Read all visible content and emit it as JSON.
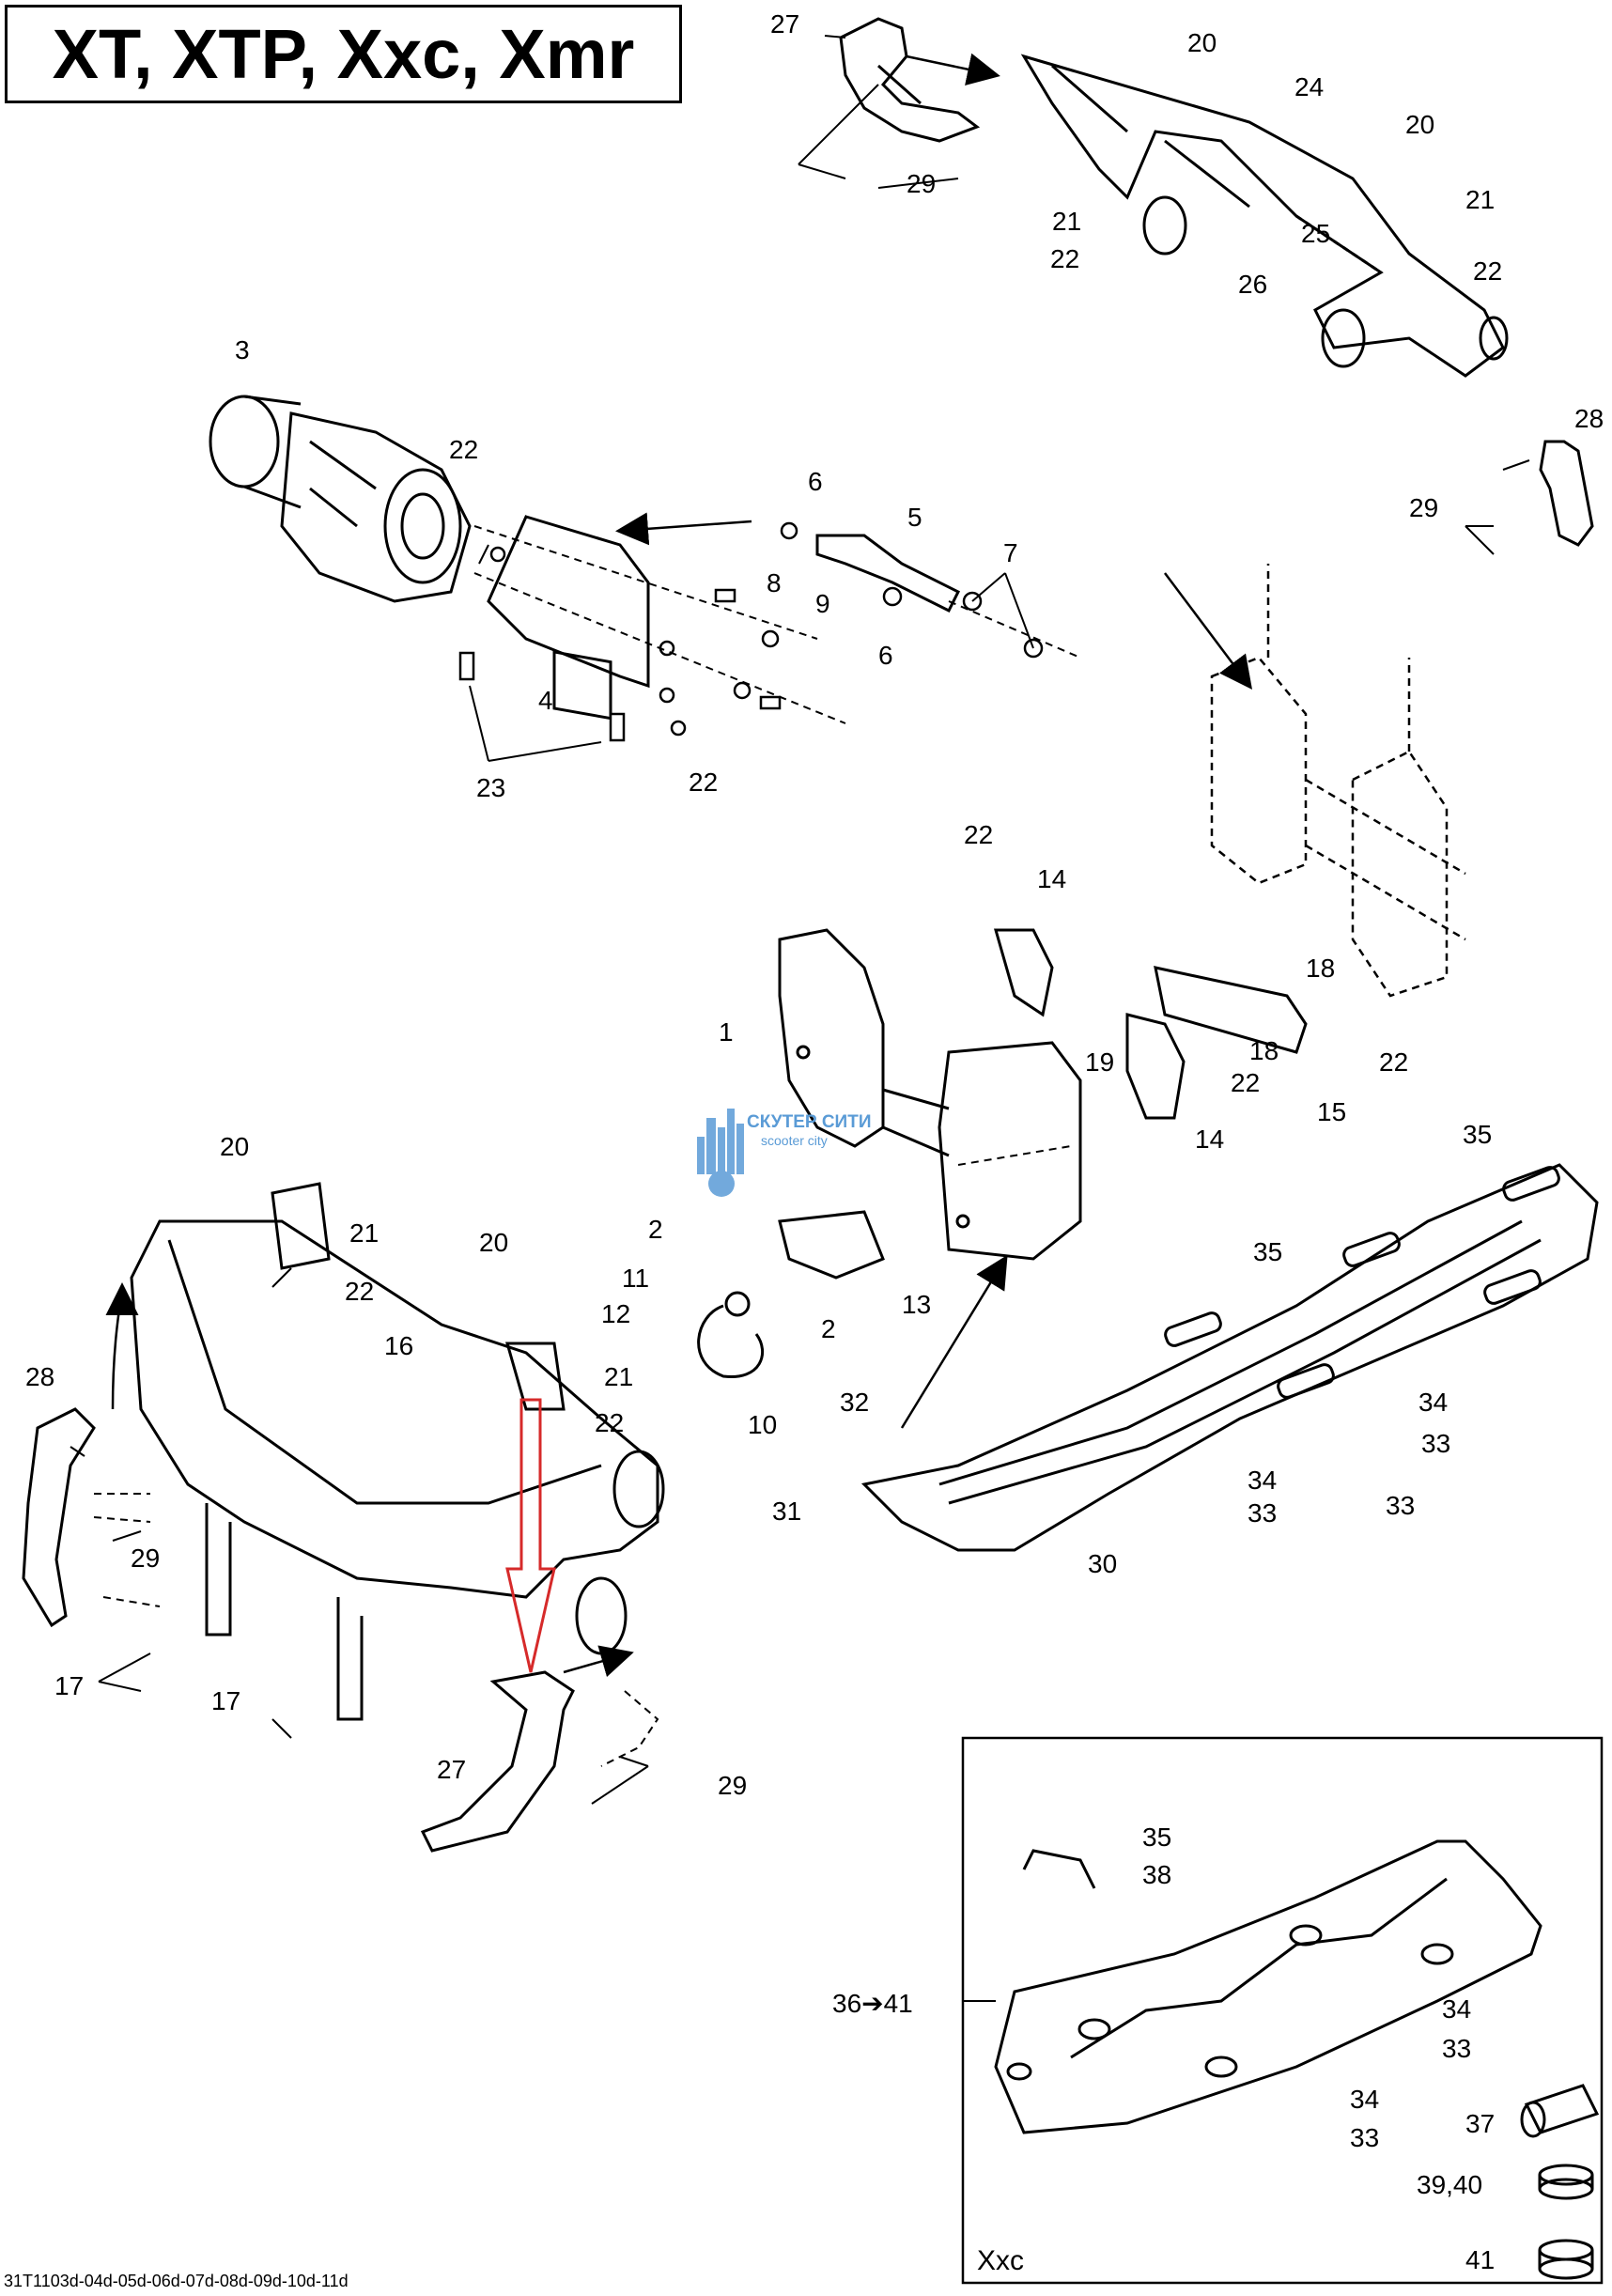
{
  "title": "XT, XTP, Xxc, Xmr",
  "inset_label": "Xxc",
  "reference_code": "31T1103d-04d-05d-06d-07d-08d-09d-10d-11d",
  "watermark": {
    "text": "СКУТЕР СИТИ",
    "subtext": "scooter city",
    "color": "#5a9bd6"
  },
  "highlight_color": "#d62a2a",
  "callouts": [
    {
      "id": "c27a",
      "label": "27"
    },
    {
      "id": "c20a",
      "label": "20"
    },
    {
      "id": "c24",
      "label": "24"
    },
    {
      "id": "c20b",
      "label": "20"
    },
    {
      "id": "c29a",
      "label": "29"
    },
    {
      "id": "c21a",
      "label": "21"
    },
    {
      "id": "c21b",
      "label": "21"
    },
    {
      "id": "c22a",
      "label": "22"
    },
    {
      "id": "c25",
      "label": "25"
    },
    {
      "id": "c22b",
      "label": "22"
    },
    {
      "id": "c26",
      "label": "26"
    },
    {
      "id": "c3",
      "label": "3"
    },
    {
      "id": "c28a",
      "label": "28"
    },
    {
      "id": "c22c",
      "label": "22"
    },
    {
      "id": "c6a",
      "label": "6"
    },
    {
      "id": "c5",
      "label": "5"
    },
    {
      "id": "c29b",
      "label": "29"
    },
    {
      "id": "c7",
      "label": "7"
    },
    {
      "id": "c8",
      "label": "8"
    },
    {
      "id": "c9",
      "label": "9"
    },
    {
      "id": "c6b",
      "label": "6"
    },
    {
      "id": "c4",
      "label": "4"
    },
    {
      "id": "c23",
      "label": "23"
    },
    {
      "id": "c22d",
      "label": "22"
    },
    {
      "id": "c22e",
      "label": "22"
    },
    {
      "id": "c14a",
      "label": "14"
    },
    {
      "id": "c18a",
      "label": "18"
    },
    {
      "id": "c1",
      "label": "1"
    },
    {
      "id": "c19",
      "label": "19"
    },
    {
      "id": "c18b",
      "label": "18"
    },
    {
      "id": "c22f",
      "label": "22"
    },
    {
      "id": "c22g",
      "label": "22"
    },
    {
      "id": "c15",
      "label": "15"
    },
    {
      "id": "c14b",
      "label": "14"
    },
    {
      "id": "c35a",
      "label": "35"
    },
    {
      "id": "c20c",
      "label": "20"
    },
    {
      "id": "c21c",
      "label": "21"
    },
    {
      "id": "c20d",
      "label": "20"
    },
    {
      "id": "c35b",
      "label": "35"
    },
    {
      "id": "c2a",
      "label": "2"
    },
    {
      "id": "c22h",
      "label": "22"
    },
    {
      "id": "c11",
      "label": "11"
    },
    {
      "id": "c13",
      "label": "13"
    },
    {
      "id": "c16",
      "label": "16"
    },
    {
      "id": "c12",
      "label": "12"
    },
    {
      "id": "c2b",
      "label": "2"
    },
    {
      "id": "c21d",
      "label": "21"
    },
    {
      "id": "c28b",
      "label": "28"
    },
    {
      "id": "c22i",
      "label": "22"
    },
    {
      "id": "c10",
      "label": "10"
    },
    {
      "id": "c34a",
      "label": "34"
    },
    {
      "id": "c32",
      "label": "32"
    },
    {
      "id": "c33a",
      "label": "33"
    },
    {
      "id": "c29c",
      "label": "29"
    },
    {
      "id": "c31",
      "label": "31"
    },
    {
      "id": "c34b",
      "label": "34"
    },
    {
      "id": "c33b",
      "label": "33"
    },
    {
      "id": "c33c",
      "label": "33"
    },
    {
      "id": "c30",
      "label": "30"
    },
    {
      "id": "c17a",
      "label": "17"
    },
    {
      "id": "c17b",
      "label": "17"
    },
    {
      "id": "c27b",
      "label": "27"
    },
    {
      "id": "c29d",
      "label": "29"
    },
    {
      "id": "c35c",
      "label": "35"
    },
    {
      "id": "c38",
      "label": "38"
    },
    {
      "id": "c36",
      "label": "36➔41"
    },
    {
      "id": "c34c",
      "label": "34"
    },
    {
      "id": "c33d",
      "label": "33"
    },
    {
      "id": "c34d",
      "label": "34"
    },
    {
      "id": "c33e",
      "label": "33"
    },
    {
      "id": "c37",
      "label": "37"
    },
    {
      "id": "c39",
      "label": "39,40"
    },
    {
      "id": "c41",
      "label": "41"
    }
  ]
}
